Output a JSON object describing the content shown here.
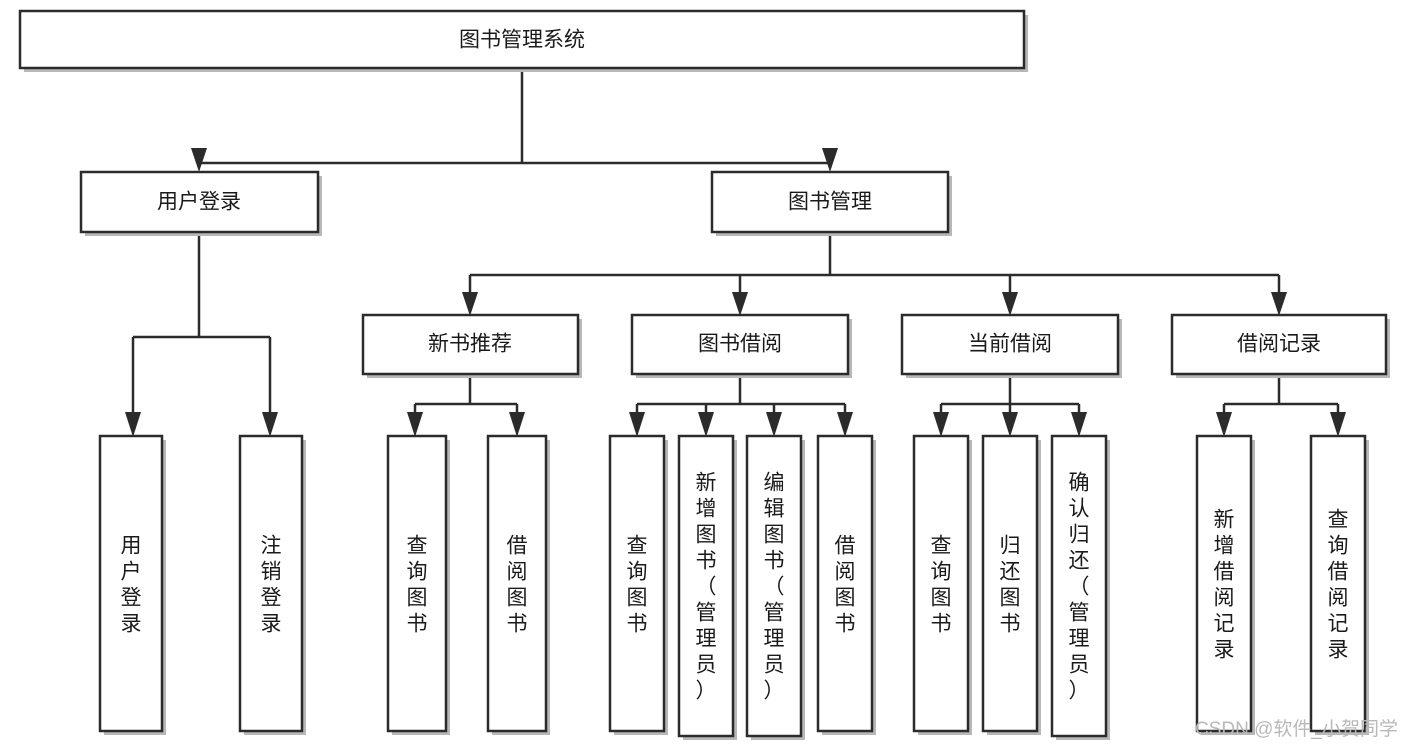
{
  "diagram": {
    "title": "图书管理系统",
    "type": "hierarchy-tree",
    "root": {
      "id": "root",
      "label": "图书管理系统"
    },
    "level1": [
      {
        "id": "user-login",
        "label": "用户登录"
      },
      {
        "id": "book-management",
        "label": "图书管理"
      }
    ],
    "level2": [
      {
        "id": "new-book-recommend",
        "label": "新书推荐",
        "parent": "book-management"
      },
      {
        "id": "book-borrow",
        "label": "图书借阅",
        "parent": "book-management"
      },
      {
        "id": "current-borrow",
        "label": "当前借阅",
        "parent": "book-management"
      },
      {
        "id": "borrow-record",
        "label": "借阅记录",
        "parent": "book-management"
      }
    ],
    "leaves": [
      {
        "id": "leaf-user-login",
        "label": "用户登录",
        "parent": "user-login"
      },
      {
        "id": "leaf-logout-login",
        "label": "注销登录",
        "parent": "user-login"
      },
      {
        "id": "leaf-query-book-1",
        "label": "查询图书",
        "parent": "new-book-recommend"
      },
      {
        "id": "leaf-borrow-book-1",
        "label": "借阅图书",
        "parent": "new-book-recommend"
      },
      {
        "id": "leaf-query-book-2",
        "label": "查询图书",
        "parent": "book-borrow"
      },
      {
        "id": "leaf-add-book",
        "label": "新增图书（管理员）",
        "parent": "book-borrow"
      },
      {
        "id": "leaf-edit-book",
        "label": "编辑图书（管理员）",
        "parent": "book-borrow"
      },
      {
        "id": "leaf-borrow-book-2",
        "label": "借阅图书",
        "parent": "book-borrow"
      },
      {
        "id": "leaf-query-book-3",
        "label": "查询图书",
        "parent": "current-borrow"
      },
      {
        "id": "leaf-return-book",
        "label": "归还图书",
        "parent": "current-borrow"
      },
      {
        "id": "leaf-confirm-return",
        "label": "确认归还（管理员）",
        "parent": "current-borrow"
      },
      {
        "id": "leaf-add-record",
        "label": "新增借阅记录",
        "parent": "borrow-record"
      },
      {
        "id": "leaf-query-record",
        "label": "查询借阅记录",
        "parent": "borrow-record"
      }
    ]
  },
  "watermark": {
    "text": "CSDN @软件_小贺同学"
  },
  "colors": {
    "stroke": "#2b2b2b",
    "fill": "#ffffff",
    "text": "#1a1a1a",
    "watermark": "#b9b9b9"
  }
}
